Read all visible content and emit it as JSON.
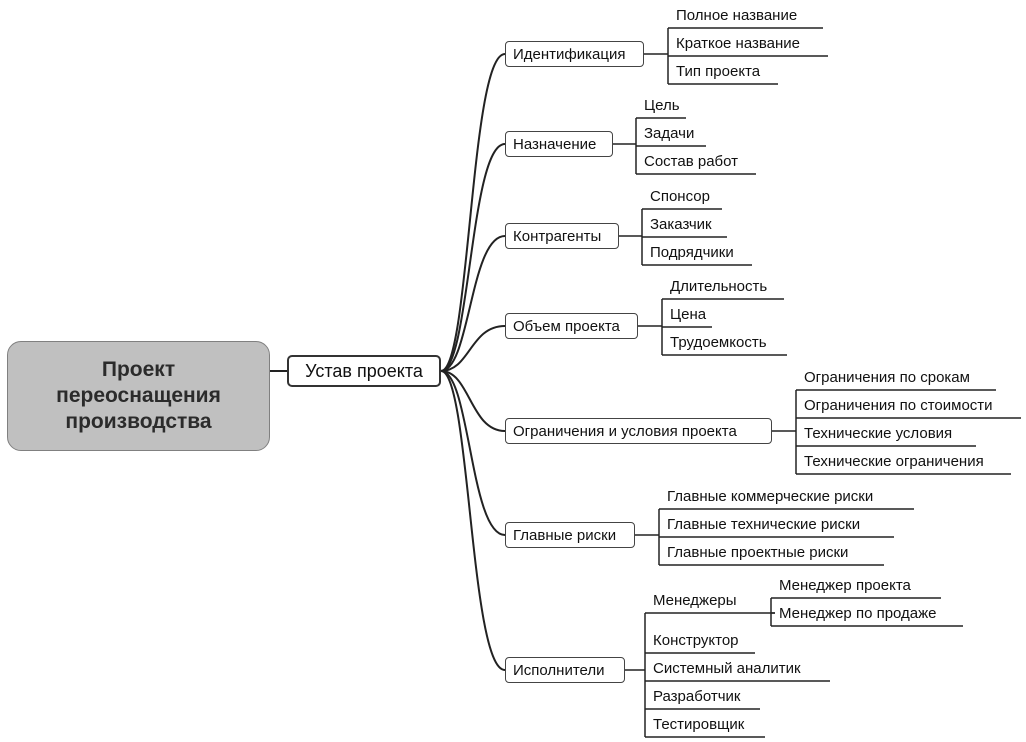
{
  "central": {
    "label": "Проект\nпереоснащения\nпроизводства"
  },
  "root": {
    "label": "Устав проекта"
  },
  "branches": [
    {
      "label": "Идентификация",
      "children": [
        "Полное название",
        "Краткое название",
        "Тип проекта"
      ]
    },
    {
      "label": "Назначение",
      "children": [
        "Цель",
        "Задачи",
        "Состав работ"
      ]
    },
    {
      "label": "Контрагенты",
      "children": [
        "Спонсор",
        "Заказчик",
        "Подрядчики"
      ]
    },
    {
      "label": "Объем проекта",
      "children": [
        "Длительность",
        "Цена",
        "Трудоемкость"
      ]
    },
    {
      "label": "Ограничения и условия проекта",
      "children": [
        "Ограничения по срокам",
        "Ограничения по стоимости",
        "Технические условия",
        "Технические ограничения"
      ]
    },
    {
      "label": "Главные риски",
      "children": [
        "Главные коммерческие риски",
        "Главные технические риски",
        "Главные проектные риски"
      ]
    },
    {
      "label": "Исполнители",
      "children": [
        "Менеджеры",
        "Конструктор",
        "Системный аналитик",
        "Разработчик",
        "Тестировщик"
      ]
    }
  ],
  "managers": {
    "children": [
      "Менеджер проекта",
      "Менеджер по продаже"
    ]
  }
}
